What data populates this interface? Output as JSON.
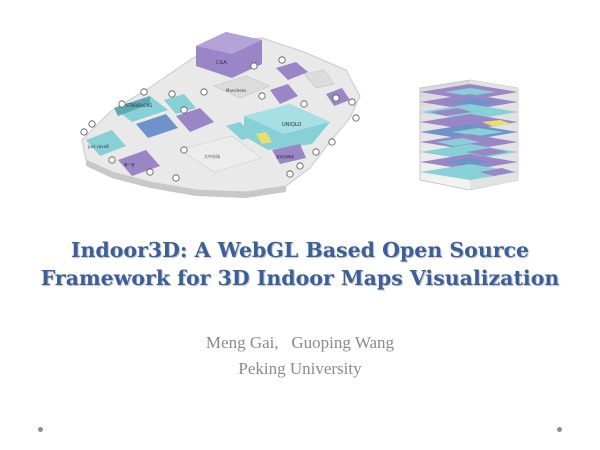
{
  "slide": {
    "title_line1": "Indoor3D: A WebGL Based Open Source",
    "title_line2": "Framework for 3D Indoor Maps Visualization",
    "authors": "Meng Gai,   Guoping Wang",
    "affiliation": "Peking University"
  },
  "floor_map": {
    "labels": {
      "ca": "C&A",
      "starbucks": "STARBUCKS",
      "uniqlo": "UNIQLO",
      "munchens": "Munchens",
      "just_cavalli": "just cavalli",
      "hall": "大中庆场",
      "shop_a": "第一室",
      "shop_b": "宜利然绅南"
    },
    "icons": [
      "toilet-icon",
      "escalator-icon",
      "elevator-icon",
      "stairs-icon",
      "info-icon",
      "atm-icon"
    ]
  },
  "building": {
    "floors": 9
  },
  "colors": {
    "title": "#3b5f98",
    "subtitle": "#8a8a8a",
    "purple": "#9a86c6",
    "teal": "#86d0d6",
    "blue": "#6f93c8",
    "floor_gray": "#e7e7e7"
  }
}
